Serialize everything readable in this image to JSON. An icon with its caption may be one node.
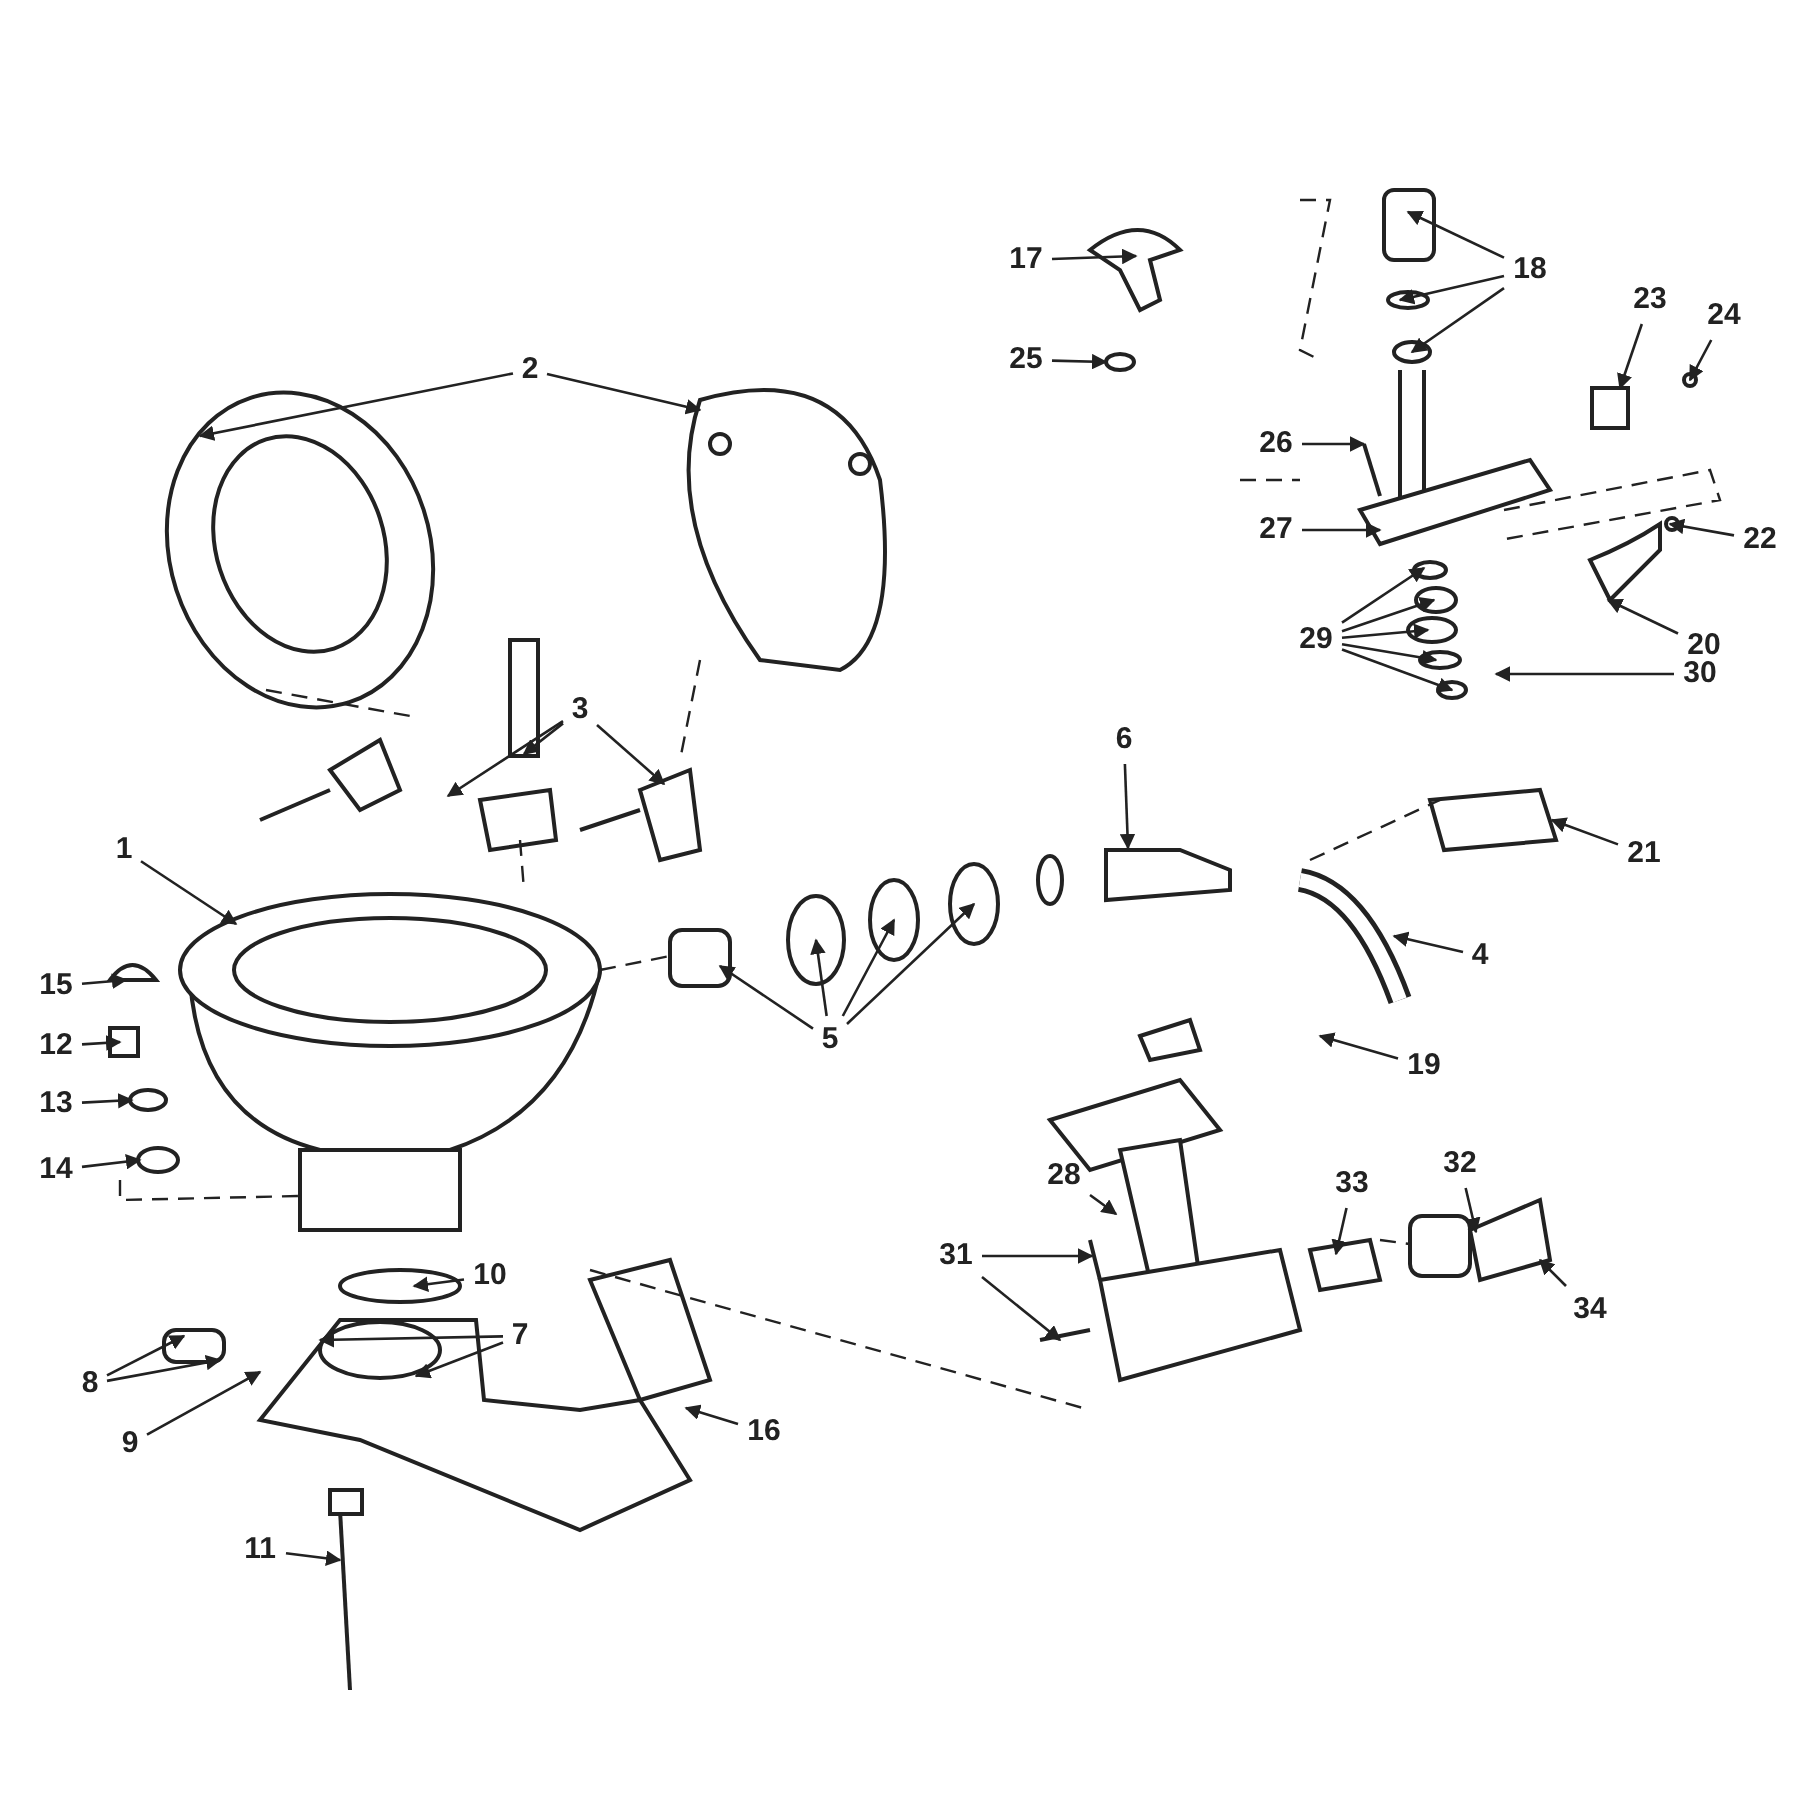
{
  "diagram": {
    "nodes": [
      {
        "text": [
          "1"
        ]
      },
      {
        "text": [
          "2"
        ]
      },
      {
        "text": [
          "3"
        ]
      },
      {
        "text": [
          "4"
        ]
      },
      {
        "text": [
          "5"
        ]
      },
      {
        "text": [
          "6"
        ]
      },
      {
        "text": [
          "7"
        ]
      },
      {
        "text": [
          "8"
        ]
      },
      {
        "text": [
          "9"
        ]
      },
      {
        "text": [
          "10"
        ]
      },
      {
        "text": [
          "11"
        ]
      },
      {
        "text": [
          "12"
        ]
      },
      {
        "text": [
          "13"
        ]
      },
      {
        "text": [
          "14"
        ]
      },
      {
        "text": [
          "15"
        ]
      },
      {
        "text": [
          "16"
        ]
      },
      {
        "text": [
          "17"
        ]
      },
      {
        "text": [
          "18"
        ]
      },
      {
        "text": [
          "19"
        ]
      },
      {
        "text": [
          "20"
        ]
      },
      {
        "text": [
          "21"
        ]
      },
      {
        "text": [
          "22"
        ]
      },
      {
        "text": [
          "23"
        ]
      },
      {
        "text": [
          "24"
        ]
      },
      {
        "text": [
          "25"
        ]
      },
      {
        "text": [
          "26"
        ]
      },
      {
        "text": [
          "27"
        ]
      },
      {
        "text": [
          "28"
        ]
      },
      {
        "text": [
          "29"
        ]
      },
      {
        "text": [
          "30"
        ]
      },
      {
        "text": [
          "31"
        ]
      },
      {
        "text": [
          "32"
        ]
      },
      {
        "text": [
          "33"
        ]
      },
      {
        "text": [
          "34"
        ]
      }
    ],
    "edges": [
      {
        "from": 0,
        "to": null,
        "arrow": "to"
      },
      {
        "from": 1,
        "to": null,
        "arrow": "to"
      },
      {
        "from": 1,
        "to": null,
        "arrow": "to"
      },
      {
        "from": 2,
        "to": null,
        "arrow": "to"
      },
      {
        "from": 2,
        "to": null,
        "arrow": "to"
      },
      {
        "from": 2,
        "to": null,
        "arrow": "to"
      },
      {
        "from": 3,
        "to": null,
        "arrow": "to"
      },
      {
        "from": 4,
        "to": null,
        "arrow": "to"
      },
      {
        "from": 4,
        "to": null,
        "arrow": "to"
      },
      {
        "from": 4,
        "to": null,
        "arrow": "to"
      },
      {
        "from": 4,
        "to": null,
        "arrow": "to"
      },
      {
        "from": 5,
        "to": null,
        "arrow": "to"
      },
      {
        "from": 6,
        "to": null,
        "arrow": "to"
      },
      {
        "from": 6,
        "to": null,
        "arrow": "to"
      },
      {
        "from": 7,
        "to": null,
        "arrow": "to"
      },
      {
        "from": 7,
        "to": null,
        "arrow": "to"
      },
      {
        "from": 8,
        "to": null,
        "arrow": "to"
      },
      {
        "from": 9,
        "to": null,
        "arrow": "to"
      },
      {
        "from": 10,
        "to": null,
        "arrow": "to"
      },
      {
        "from": 11,
        "to": null,
        "arrow": "to"
      },
      {
        "from": 12,
        "to": null,
        "arrow": "to"
      },
      {
        "from": 13,
        "to": null,
        "arrow": "to"
      },
      {
        "from": 14,
        "to": null,
        "arrow": "to"
      },
      {
        "from": 15,
        "to": null,
        "arrow": "to"
      },
      {
        "from": 16,
        "to": null,
        "arrow": "to"
      },
      {
        "from": 17,
        "to": null,
        "arrow": "to"
      },
      {
        "from": 17,
        "to": null,
        "arrow": "to"
      },
      {
        "from": 17,
        "to": null,
        "arrow": "to"
      },
      {
        "from": 18,
        "to": null,
        "arrow": "to"
      },
      {
        "from": 19,
        "to": null,
        "arrow": "to"
      },
      {
        "from": 20,
        "to": null,
        "arrow": "to"
      },
      {
        "from": 21,
        "to": null,
        "arrow": "to"
      },
      {
        "from": 22,
        "to": null,
        "arrow": "to"
      },
      {
        "from": 23,
        "to": null,
        "arrow": "to"
      },
      {
        "from": 24,
        "to": null,
        "arrow": "to"
      },
      {
        "from": 25,
        "to": null,
        "arrow": "to"
      },
      {
        "from": 26,
        "to": null,
        "arrow": "to"
      },
      {
        "from": 27,
        "to": null,
        "arrow": "to"
      },
      {
        "from": 28,
        "to": null,
        "arrow": "to"
      },
      {
        "from": 28,
        "to": null,
        "arrow": "to"
      },
      {
        "from": 28,
        "to": null,
        "arrow": "to"
      },
      {
        "from": 28,
        "to": null,
        "arrow": "to"
      },
      {
        "from": 28,
        "to": null,
        "arrow": "to"
      },
      {
        "from": 29,
        "to": null,
        "arrow": "to"
      },
      {
        "from": 30,
        "to": null,
        "arrow": "to"
      },
      {
        "from": 30,
        "to": null,
        "arrow": "to"
      },
      {
        "from": 31,
        "to": null,
        "arrow": "to"
      },
      {
        "from": 32,
        "to": null,
        "arrow": "to"
      },
      {
        "from": 33,
        "to": null,
        "arrow": "to"
      }
    ]
  }
}
